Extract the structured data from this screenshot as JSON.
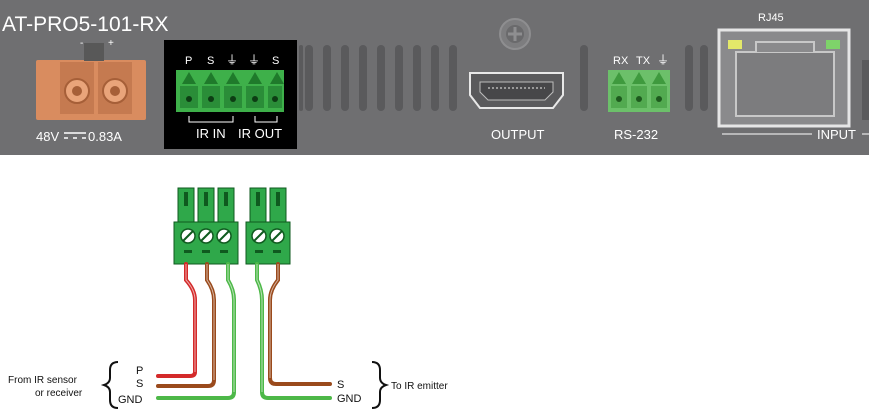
{
  "device": {
    "model": "AT-PRO5-101-RX",
    "power_minus": "-",
    "power_plus": "+",
    "power_rating": "48V",
    "power_current": "0.83A"
  },
  "ir_port": {
    "pins": [
      "P",
      "S",
      "⏚",
      "⏚",
      "S"
    ],
    "in_label": "IR IN",
    "out_label": "IR OUT"
  },
  "hdmi": {
    "label": "OUTPUT"
  },
  "rs232": {
    "rx": "RX",
    "tx": "TX",
    "gnd": "⏚",
    "label": "RS-232"
  },
  "rj45": {
    "title": "RJ45",
    "label": "INPUT"
  },
  "wiring": {
    "left_pins": [
      "P",
      "S",
      "GND"
    ],
    "left_caption_line1": "From IR sensor",
    "left_caption_line2": "or receiver",
    "right_pins": [
      "S",
      "GND"
    ],
    "right_caption": "To IR emitter",
    "colors": {
      "p": "#d42a2a",
      "s": "#9a4a1c",
      "gnd": "#4db848",
      "connector": "#2fa84a",
      "led_yellow": "#e3e86a",
      "led_green": "#7ed36a"
    }
  }
}
